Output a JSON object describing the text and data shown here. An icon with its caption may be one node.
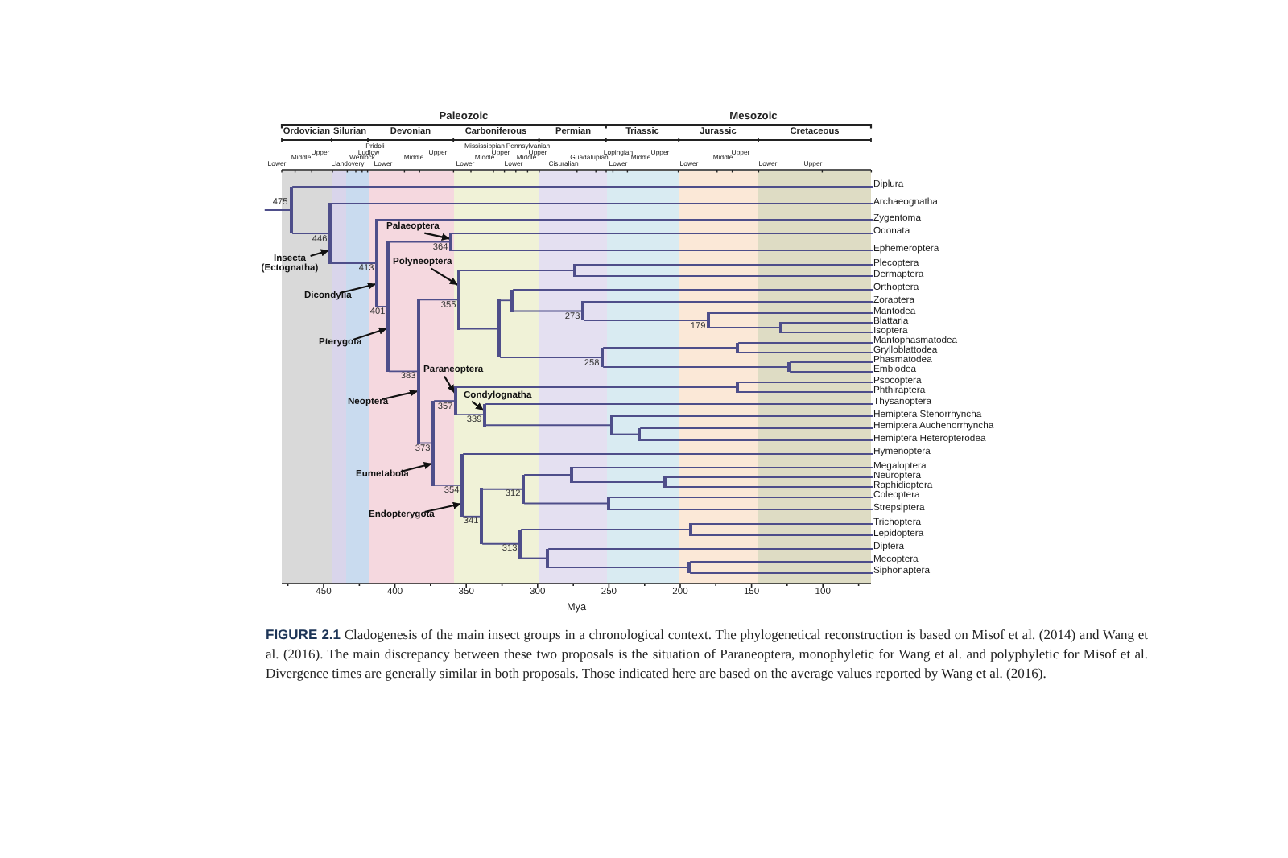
{
  "diagram": {
    "caption": "**FIGURE 2.1** Cladogenesis of the main insect groups in a chronological context. The phylogenetical reconstruction is based on Misof et al. (2014) and Wang et al. (2016). The main discrepancy between these two proposals is the situation of Paraneoptera, monophyletic for Wang et al. and polyphyletic for Misof et al. Divergence times are generally similar in both proposals. Those indicated here are based on the average values reported by Wang et al. (2016).",
    "nodes": [
      {
        "text": [
          "Diplura"
        ]
      },
      {
        "text": [
          "Archaeognatha"
        ]
      },
      {
        "text": [
          "Zygentoma"
        ]
      },
      {
        "text": [
          "Odonata"
        ]
      },
      {
        "text": [
          "Ephemeroptera"
        ]
      },
      {
        "text": [
          "Plecoptera"
        ]
      },
      {
        "text": [
          "Dermaptera"
        ]
      },
      {
        "text": [
          "Orthoptera"
        ]
      },
      {
        "text": [
          "Zoraptera"
        ]
      },
      {
        "text": [
          "Mantodea"
        ]
      },
      {
        "text": [
          "Blattaria"
        ]
      },
      {
        "text": [
          "Isoptera"
        ]
      },
      {
        "text": [
          "Mantophasmatodea"
        ]
      },
      {
        "text": [
          "Grylloblattodea"
        ]
      },
      {
        "text": [
          "Phasmatodea"
        ]
      },
      {
        "text": [
          "Embiodea"
        ]
      },
      {
        "text": [
          "Psocoptera"
        ]
      },
      {
        "text": [
          "Phthiraptera"
        ]
      },
      {
        "text": [
          "Thysanoptera"
        ]
      },
      {
        "text": [
          "Hemiptera Stenorrhyncha"
        ]
      },
      {
        "text": [
          "Hemiptera Auchenorrhyncha"
        ]
      },
      {
        "text": [
          "Hemiptera Heteropterodea"
        ]
      },
      {
        "text": [
          "Hymenoptera"
        ]
      },
      {
        "text": [
          "Megaloptera"
        ]
      },
      {
        "text": [
          "Neuroptera"
        ]
      },
      {
        "text": [
          "Raphidioptera"
        ]
      },
      {
        "text": [
          "Coleoptera"
        ]
      },
      {
        "text": [
          "Strepsiptera"
        ]
      },
      {
        "text": [
          "Trichoptera"
        ]
      },
      {
        "text": [
          "Lepidoptera"
        ]
      },
      {
        "text": [
          "Diptera"
        ]
      },
      {
        "text": [
          "Mecoptera"
        ]
      },
      {
        "text": [
          "Siphonaptera"
        ]
      },
      {
        "text": [],
        "shape": "bar",
        "beside": [
          "475"
        ]
      },
      {
        "text": [],
        "shape": "bar",
        "beside": [
          "446"
        ]
      },
      {
        "text": [],
        "shape": "bar",
        "beside": [
          "413"
        ]
      },
      {
        "text": [],
        "shape": "bar",
        "beside": [
          "401"
        ]
      },
      {
        "text": [],
        "shape": "bar",
        "beside": [
          "364"
        ]
      },
      {
        "text": [],
        "shape": "bar",
        "beside": [
          "383"
        ]
      },
      {
        "text": [],
        "shape": "bar",
        "beside": [
          "355"
        ]
      },
      {
        "text": [],
        "shape": "bar"
      },
      {
        "text": [],
        "shape": "bar"
      },
      {
        "text": [],
        "shape": "bar"
      },
      {
        "text": [],
        "shape": "bar",
        "beside": [
          "273"
        ]
      },
      {
        "text": [],
        "shape": "bar",
        "beside": [
          "179"
        ]
      },
      {
        "text": [],
        "shape": "bar"
      },
      {
        "text": [],
        "shape": "bar",
        "beside": [
          "258"
        ]
      },
      {
        "text": [],
        "shape": "bar"
      },
      {
        "text": [],
        "shape": "bar"
      },
      {
        "text": [],
        "shape": "bar",
        "beside": [
          "373"
        ]
      },
      {
        "text": [],
        "shape": "bar",
        "beside": [
          "357"
        ]
      },
      {
        "text": [],
        "shape": "bar"
      },
      {
        "text": [],
        "shape": "bar",
        "beside": [
          "339"
        ]
      },
      {
        "text": [],
        "shape": "bar"
      },
      {
        "text": [],
        "shape": "bar"
      },
      {
        "text": [],
        "shape": "bar",
        "beside": [
          "354"
        ]
      },
      {
        "text": [],
        "shape": "bar",
        "beside": [
          "341"
        ]
      },
      {
        "text": [],
        "shape": "bar",
        "beside": [
          "312"
        ]
      },
      {
        "text": [],
        "shape": "bar"
      },
      {
        "text": [],
        "shape": "bar"
      },
      {
        "text": [],
        "shape": "bar"
      },
      {
        "text": [],
        "shape": "bar",
        "beside": [
          "313"
        ]
      },
      {
        "text": [],
        "shape": "bar"
      },
      {
        "text": [],
        "shape": "bar"
      },
      {
        "text": [],
        "shape": "bar"
      },
      {
        "text": [
          "Palaeoptera"
        ]
      },
      {
        "text": [
          "Insecta (Ectognatha)"
        ]
      },
      {
        "text": [
          "Polyneoptera"
        ]
      },
      {
        "text": [
          "Dicondylia"
        ]
      },
      {
        "text": [
          "Pterygota"
        ]
      },
      {
        "text": [
          "Paraneoptera"
        ]
      },
      {
        "text": [
          "Condylognatha"
        ]
      },
      {
        "text": [
          "Neoptera"
        ]
      },
      {
        "text": [
          "Eumetabola"
        ]
      },
      {
        "text": [
          "Endopterygota"
        ]
      }
    ],
    "edges": [
      {
        "from": null,
        "to": 33,
        "arrow": "none"
      },
      {
        "from": 33,
        "to": 0,
        "arrow": "none"
      },
      {
        "from": 33,
        "to": 34,
        "arrow": "none"
      },
      {
        "from": 34,
        "to": 1,
        "arrow": "none"
      },
      {
        "from": 34,
        "to": 35,
        "arrow": "none"
      },
      {
        "from": 35,
        "to": 2,
        "arrow": "none"
      },
      {
        "from": 35,
        "to": 36,
        "arrow": "none"
      },
      {
        "from": 36,
        "to": 37,
        "arrow": "none"
      },
      {
        "from": 36,
        "to": 38,
        "arrow": "none"
      },
      {
        "from": 37,
        "to": 3,
        "arrow": "none"
      },
      {
        "from": 37,
        "to": 4,
        "arrow": "none"
      },
      {
        "from": 38,
        "to": 39,
        "arrow": "none"
      },
      {
        "from": 38,
        "to": 49,
        "arrow": "none"
      },
      {
        "from": 39,
        "to": 40,
        "arrow": "none"
      },
      {
        "from": 39,
        "to": 41,
        "arrow": "none"
      },
      {
        "from": 40,
        "to": 5,
        "arrow": "none"
      },
      {
        "from": 40,
        "to": 6,
        "arrow": "none"
      },
      {
        "from": 41,
        "to": 42,
        "arrow": "none"
      },
      {
        "from": 41,
        "to": 46,
        "arrow": "none"
      },
      {
        "from": 42,
        "to": 7,
        "arrow": "none"
      },
      {
        "from": 42,
        "to": 43,
        "arrow": "none"
      },
      {
        "from": 43,
        "to": 8,
        "arrow": "none"
      },
      {
        "from": 43,
        "to": 44,
        "arrow": "none"
      },
      {
        "from": 44,
        "to": 9,
        "arrow": "none"
      },
      {
        "from": 44,
        "to": 45,
        "arrow": "none"
      },
      {
        "from": 45,
        "to": 10,
        "arrow": "none"
      },
      {
        "from": 45,
        "to": 11,
        "arrow": "none"
      },
      {
        "from": 46,
        "to": 47,
        "arrow": "none"
      },
      {
        "from": 46,
        "to": 48,
        "arrow": "none"
      },
      {
        "from": 47,
        "to": 12,
        "arrow": "none"
      },
      {
        "from": 47,
        "to": 13,
        "arrow": "none"
      },
      {
        "from": 48,
        "to": 14,
        "arrow": "none"
      },
      {
        "from": 48,
        "to": 15,
        "arrow": "none"
      },
      {
        "from": 49,
        "to": 50,
        "arrow": "none"
      },
      {
        "from": 49,
        "to": 55,
        "arrow": "none"
      },
      {
        "from": 50,
        "to": 51,
        "arrow": "none"
      },
      {
        "from": 50,
        "to": 52,
        "arrow": "none"
      },
      {
        "from": 51,
        "to": 16,
        "arrow": "none"
      },
      {
        "from": 51,
        "to": 17,
        "arrow": "none"
      },
      {
        "from": 52,
        "to": 18,
        "arrow": "none"
      },
      {
        "from": 52,
        "to": 53,
        "arrow": "none"
      },
      {
        "from": 53,
        "to": 19,
        "arrow": "none"
      },
      {
        "from": 53,
        "to": 54,
        "arrow": "none"
      },
      {
        "from": 54,
        "to": 20,
        "arrow": "none"
      },
      {
        "from": 54,
        "to": 21,
        "arrow": "none"
      },
      {
        "from": 55,
        "to": 22,
        "arrow": "none"
      },
      {
        "from": 55,
        "to": 56,
        "arrow": "none"
      },
      {
        "from": 56,
        "to": 57,
        "arrow": "none"
      },
      {
        "from": 56,
        "to": 61,
        "arrow": "none"
      },
      {
        "from": 57,
        "to": 58,
        "arrow": "none"
      },
      {
        "from": 57,
        "to": 60,
        "arrow": "none"
      },
      {
        "from": 58,
        "to": 23,
        "arrow": "none"
      },
      {
        "from": 58,
        "to": 59,
        "arrow": "none"
      },
      {
        "from": 59,
        "to": 24,
        "arrow": "none"
      },
      {
        "from": 59,
        "to": 25,
        "arrow": "none"
      },
      {
        "from": 60,
        "to": 26,
        "arrow": "none"
      },
      {
        "from": 60,
        "to": 27,
        "arrow": "none"
      },
      {
        "from": 61,
        "to": 62,
        "arrow": "none"
      },
      {
        "from": 61,
        "to": 63,
        "arrow": "none"
      },
      {
        "from": 62,
        "to": 28,
        "arrow": "none"
      },
      {
        "from": 62,
        "to": 29,
        "arrow": "none"
      },
      {
        "from": 63,
        "to": 30,
        "arrow": "none"
      },
      {
        "from": 63,
        "to": 64,
        "arrow": "none"
      },
      {
        "from": 64,
        "to": 31,
        "arrow": "none"
      },
      {
        "from": 64,
        "to": 32,
        "arrow": "none"
      },
      {
        "from": 65,
        "to": 37,
        "arrow": "to",
        "color": "#111111"
      },
      {
        "from": 66,
        "to": 34,
        "arrow": "to",
        "color": "#111111"
      },
      {
        "from": 67,
        "to": 39,
        "arrow": "to",
        "color": "#111111"
      },
      {
        "from": 68,
        "to": 35,
        "arrow": "to",
        "color": "#111111"
      },
      {
        "from": 69,
        "to": 36,
        "arrow": "to",
        "color": "#111111"
      },
      {
        "from": 70,
        "to": 50,
        "arrow": "to",
        "color": "#111111"
      },
      {
        "from": 71,
        "to": 52,
        "arrow": "to",
        "color": "#111111"
      },
      {
        "from": 72,
        "to": 38,
        "arrow": "to",
        "color": "#111111"
      },
      {
        "from": 73,
        "to": 49,
        "arrow": "to",
        "color": "#111111"
      },
      {
        "from": 74,
        "to": 55,
        "arrow": "to",
        "color": "#111111"
      }
    ],
    "labels": [
      "Paleozoic",
      "Mesozoic",
      "Ordovician",
      "Silurian",
      "Devonian",
      "Carboniferous",
      "Permian",
      "Triassic",
      "Jurassic",
      "Cretaceous",
      "Lower",
      "Middle",
      "Upper",
      "Llandovery",
      "Wenlock",
      "Ludlow",
      "Pridoli",
      "Lower",
      "Middle",
      "Upper",
      "Mississippian",
      "Pennsylvanian",
      "Lower",
      "Middle",
      "Upper",
      "Lower",
      "Middle",
      "Upper",
      "Cisuralian",
      "Guadalupian",
      "Lopingian",
      "Lower",
      "Middle",
      "Upper",
      "Lower",
      "Middle",
      "Upper",
      "Lower",
      "Upper",
      "450",
      "400",
      "350",
      "300",
      "250",
      "200",
      "150",
      "100",
      "Mya"
    ]
  }
}
